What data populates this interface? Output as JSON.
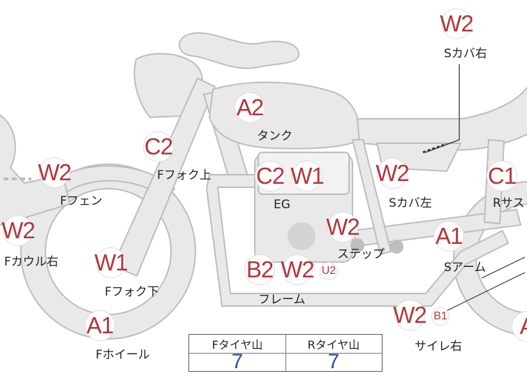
{
  "markers": [
    {
      "id": "w2-s-cover-right",
      "code": "W2"
    },
    {
      "id": "a2-tank",
      "code": "A2"
    },
    {
      "id": "c2-ffork-upper",
      "code": "C2"
    },
    {
      "id": "w2-ffender",
      "code": "W2"
    },
    {
      "id": "c2-eg",
      "code": "C2"
    },
    {
      "id": "w1-eg",
      "code": "W1"
    },
    {
      "id": "w2-s-cover-left",
      "code": "W2"
    },
    {
      "id": "c1-rsus",
      "code": "C1"
    },
    {
      "id": "w2-fcowl-right",
      "code": "W2"
    },
    {
      "id": "w2-step",
      "code": "W2"
    },
    {
      "id": "a1-sarm",
      "code": "A1"
    },
    {
      "id": "w1-ffork-lower",
      "code": "W1"
    },
    {
      "id": "b2-frame",
      "code": "B2"
    },
    {
      "id": "w2-frame",
      "code": "W2"
    },
    {
      "id": "a1-fwheel",
      "code": "A1"
    },
    {
      "id": "w2-muffler-right",
      "code": "W2"
    },
    {
      "id": "a-rwheel",
      "code": "A"
    }
  ],
  "sub_markers": {
    "frame_u2": "U2",
    "muffler_b1": "B1"
  },
  "labels": {
    "s_cover_right": "Sカバ右",
    "tank": "タンク",
    "ffork_upper": "Fフォク上",
    "ffender": "Fフェン",
    "eg": "EG",
    "s_cover_left": "Sカバ左",
    "rsus": "Rサス",
    "fcowl_right": "Fカウル右",
    "step": "ステップ",
    "s_arm": "Sアーム",
    "ffork_lower": "Fフォク下",
    "frame": "フレーム",
    "fwheel": "Fホイール",
    "muffler_right": "サイレ右"
  },
  "tire_table": {
    "front_header": "Fタイヤ山",
    "rear_header": "Rタイヤ山",
    "front_value": "7",
    "rear_value": "7"
  },
  "colors": {
    "marker_text": "#b2363a",
    "value_text": "#2f4f9e",
    "bike_fill": "#e9e9e9",
    "bike_stroke": "#bdbdbd"
  }
}
